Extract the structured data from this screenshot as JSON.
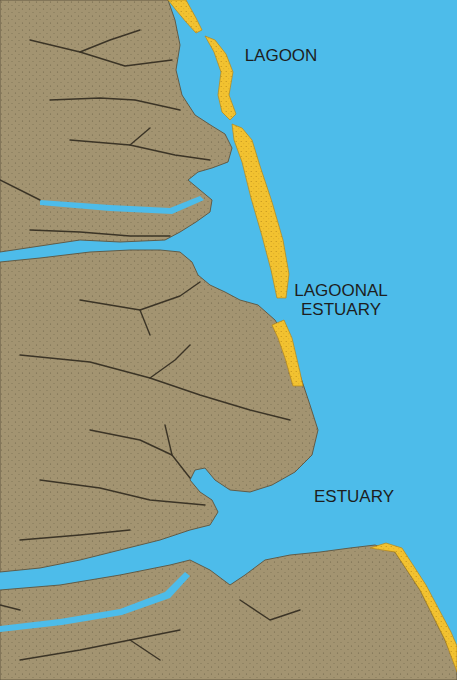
{
  "diagram": {
    "labels": [
      "LAGOON",
      "LAGOONAL ESTUARY",
      "ESTUARY"
    ]
  }
}
